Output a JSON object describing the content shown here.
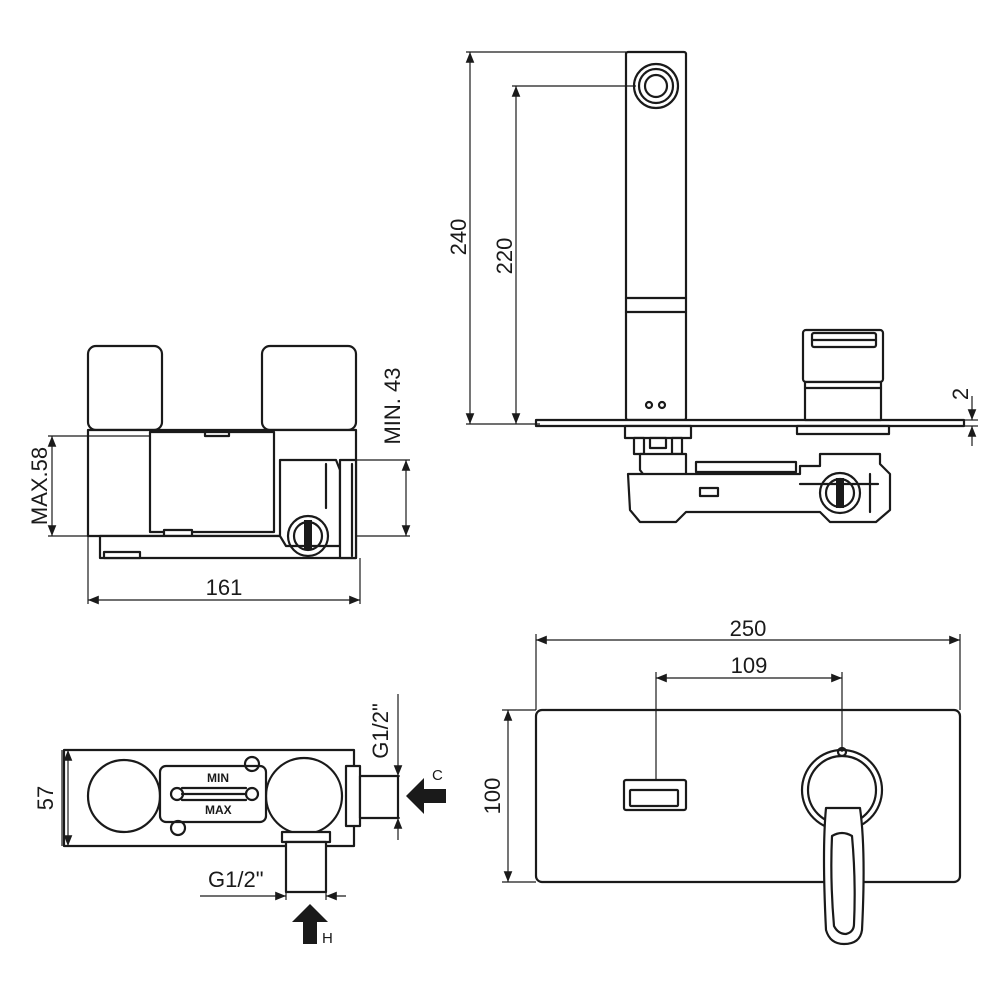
{
  "dimensions": {
    "d240": "240",
    "d220": "220",
    "d2": "2",
    "max58": "MAX.58",
    "min43": "MIN. 43",
    "d161": "161",
    "d250": "250",
    "d109": "109",
    "d100": "100",
    "d57": "57",
    "g12_vertical": "G1/2\"",
    "g12_horizontal": "G1/2\""
  },
  "labels": {
    "min": "MIN",
    "max": "MAX",
    "cold": "C",
    "hot": "H"
  },
  "colors": {
    "line": "#1a1a1a",
    "background": "#ffffff"
  }
}
